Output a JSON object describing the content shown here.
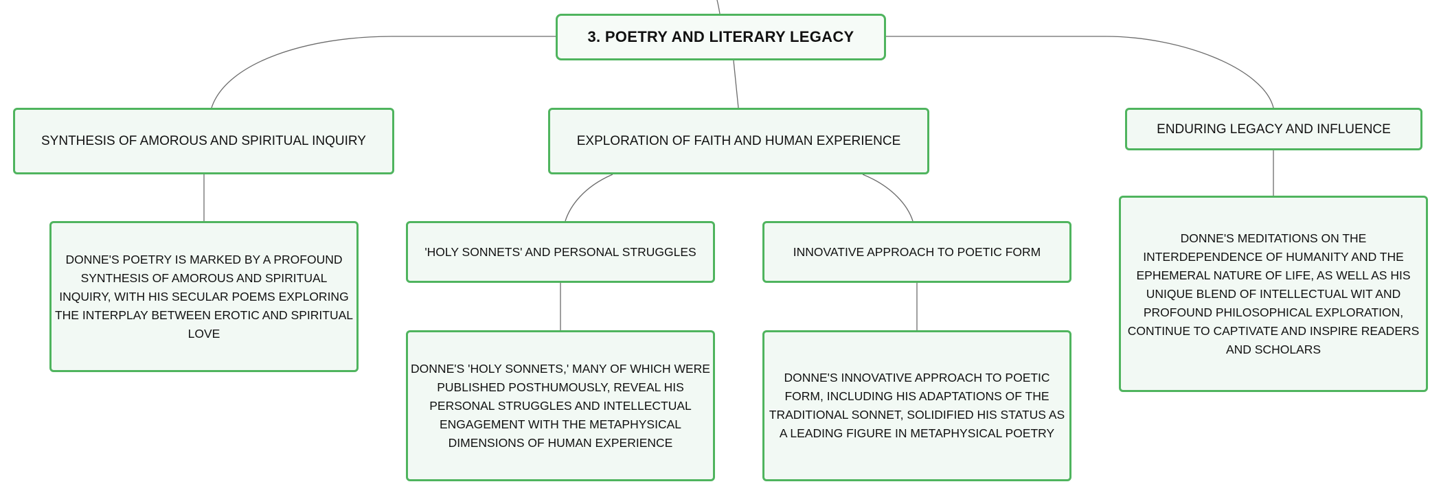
{
  "title": "3. POETRY AND LITERARY LEGACY",
  "branches": {
    "synthesis": {
      "label": "SYNTHESIS OF AMOROUS AND SPIRITUAL INQUIRY",
      "detail": "DONNE'S POETRY IS MARKED BY A PROFOUND SYNTHESIS OF AMOROUS AND SPIRITUAL INQUIRY, WITH HIS SECULAR POEMS EXPLORING THE INTERPLAY BETWEEN EROTIC AND SPIRITUAL LOVE"
    },
    "faith": {
      "label": "EXPLORATION OF FAITH AND HUMAN EXPERIENCE",
      "children": {
        "sonnets": {
          "label": "'HOLY SONNETS' AND PERSONAL STRUGGLES",
          "detail": "DONNE'S 'HOLY SONNETS,' MANY OF WHICH WERE PUBLISHED POSTHUMOUSLY, REVEAL HIS PERSONAL STRUGGLES AND INTELLECTUAL ENGAGEMENT WITH THE METAPHYSICAL DIMENSIONS OF HUMAN EXPERIENCE"
        },
        "form": {
          "label": "INNOVATIVE APPROACH TO POETIC FORM",
          "detail": "DONNE'S INNOVATIVE APPROACH TO POETIC FORM, INCLUDING HIS ADAPTATIONS OF THE TRADITIONAL SONNET, SOLIDIFIED HIS STATUS AS A LEADING FIGURE IN METAPHYSICAL POETRY"
        }
      }
    },
    "legacy": {
      "label": "ENDURING LEGACY AND INFLUENCE",
      "detail": "DONNE'S MEDITATIONS ON THE INTERDEPENDENCE OF HUMANITY AND THE EPHEMERAL NATURE OF LIFE, AS WELL AS HIS UNIQUE BLEND OF INTELLECTUAL WIT AND PROFOUND PHILOSOPHICAL EXPLORATION, CONTINUE TO CAPTIVATE AND INSPIRE READERS AND SCHOLARS"
    }
  },
  "colors": {
    "node_border": "#4fb45e",
    "node_fill": "#f2f9f4",
    "connector": "#6b6b6b",
    "text": "#111111"
  }
}
